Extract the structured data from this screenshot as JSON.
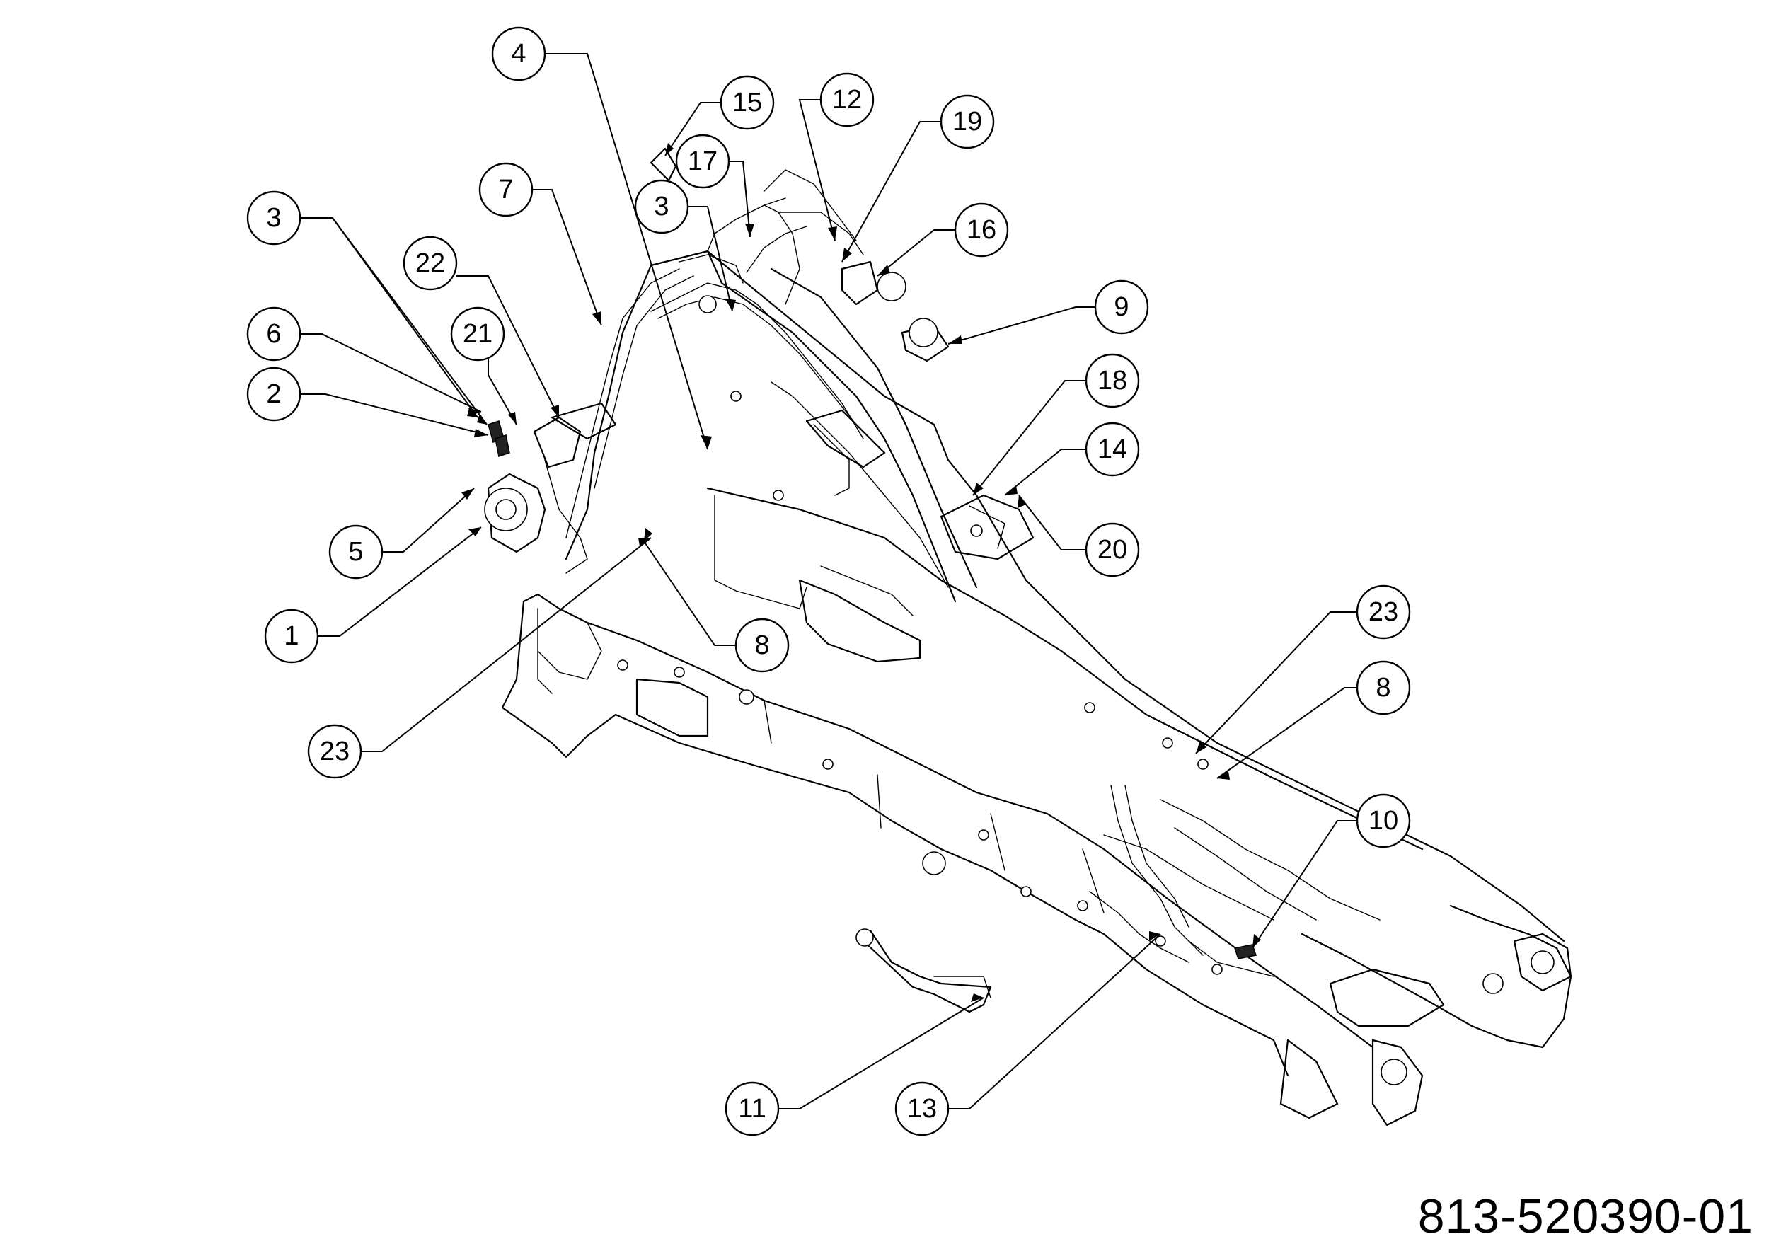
{
  "diagram": {
    "type": "exploded-parts-diagram",
    "document_number": "813-520390-01",
    "callouts": [
      {
        "id": "c1",
        "label": "1"
      },
      {
        "id": "c2",
        "label": "2"
      },
      {
        "id": "c3a",
        "label": "3"
      },
      {
        "id": "c3b",
        "label": "3"
      },
      {
        "id": "c4",
        "label": "4"
      },
      {
        "id": "c5",
        "label": "5"
      },
      {
        "id": "c6",
        "label": "6"
      },
      {
        "id": "c7",
        "label": "7"
      },
      {
        "id": "c8a",
        "label": "8"
      },
      {
        "id": "c8b",
        "label": "8"
      },
      {
        "id": "c9",
        "label": "9"
      },
      {
        "id": "c10",
        "label": "10"
      },
      {
        "id": "c11",
        "label": "11"
      },
      {
        "id": "c12",
        "label": "12"
      },
      {
        "id": "c13",
        "label": "13"
      },
      {
        "id": "c14",
        "label": "14"
      },
      {
        "id": "c15",
        "label": "15"
      },
      {
        "id": "c16",
        "label": "16"
      },
      {
        "id": "c17",
        "label": "17"
      },
      {
        "id": "c18",
        "label": "18"
      },
      {
        "id": "c19",
        "label": "19"
      },
      {
        "id": "c20",
        "label": "20"
      },
      {
        "id": "c21",
        "label": "21"
      },
      {
        "id": "c22",
        "label": "22"
      },
      {
        "id": "c23a",
        "label": "23"
      },
      {
        "id": "c23b",
        "label": "23"
      }
    ]
  }
}
